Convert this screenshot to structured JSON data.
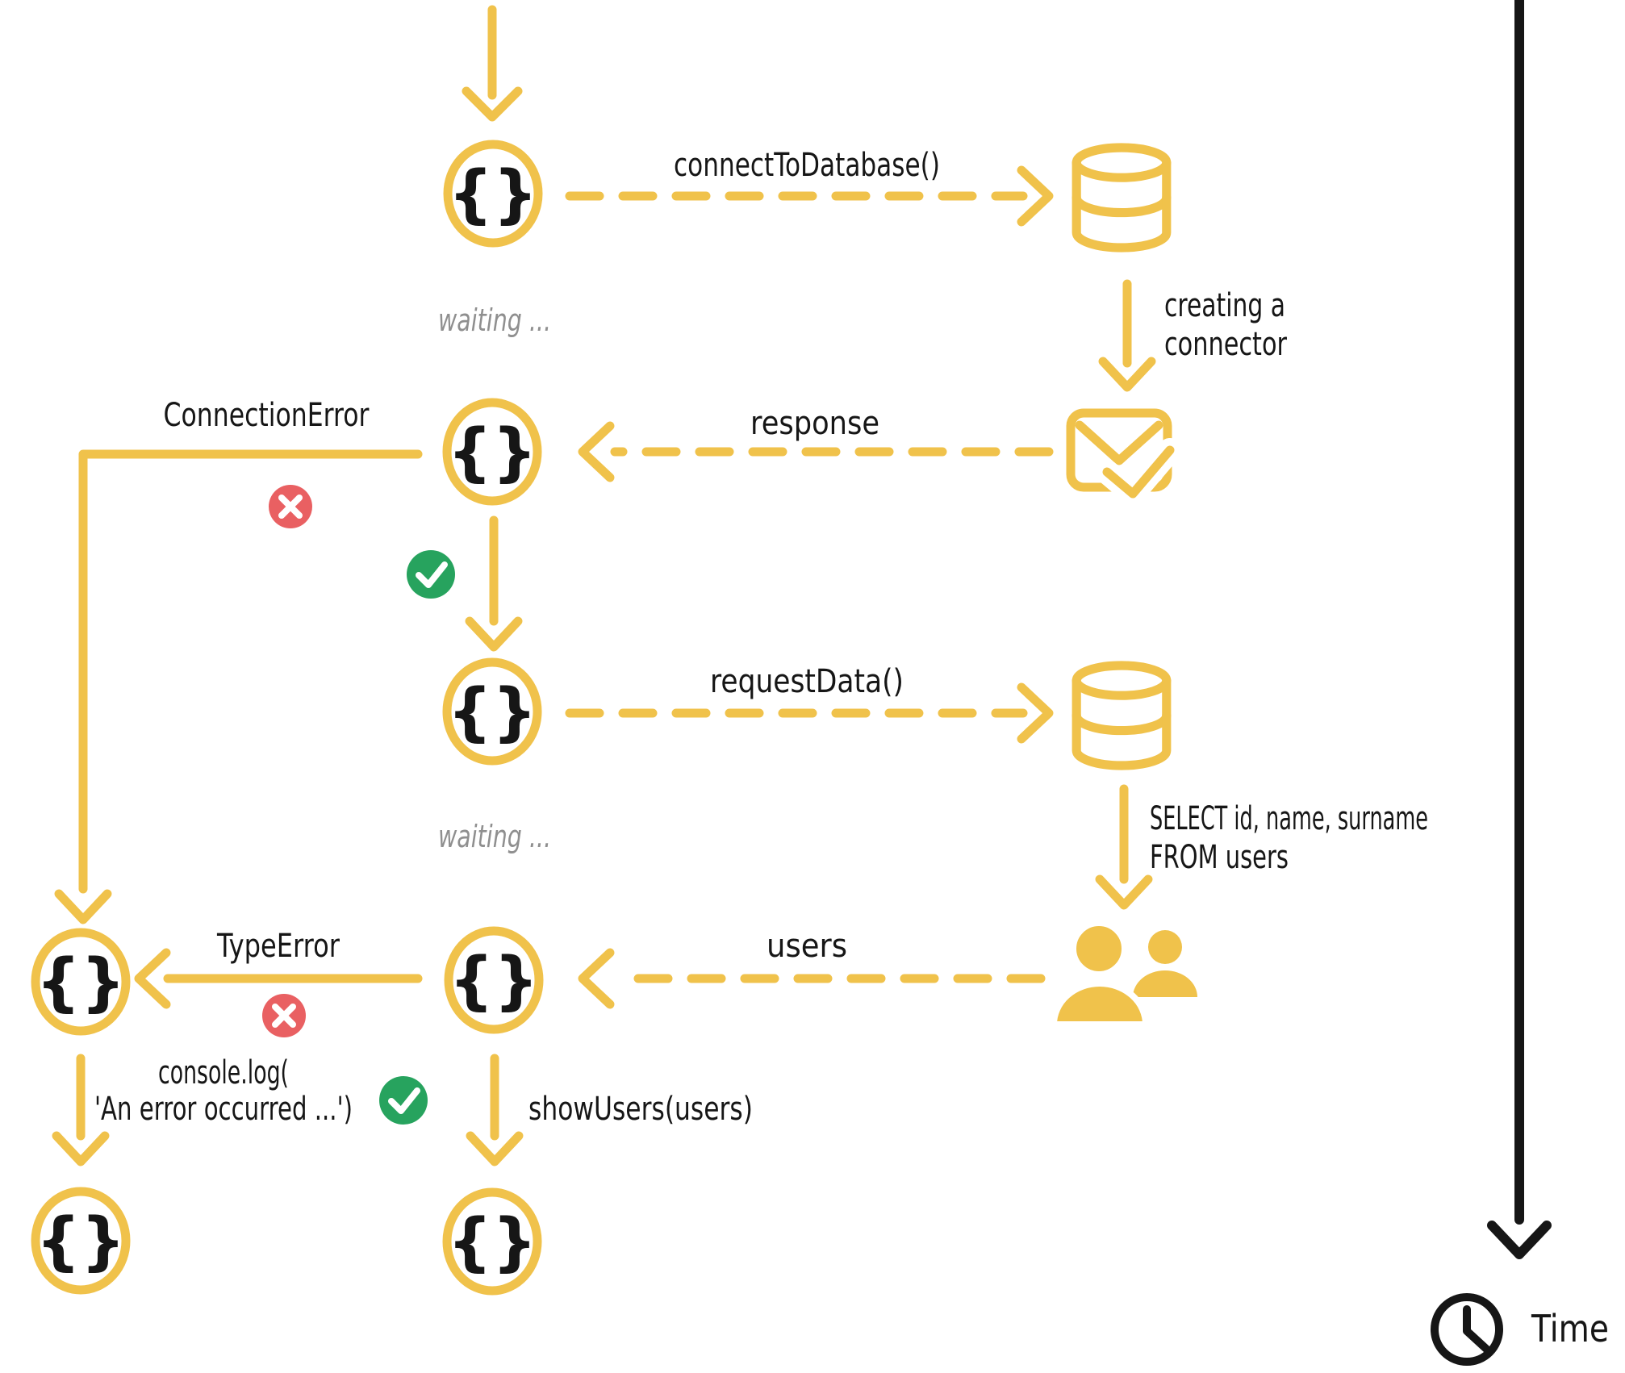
{
  "palette": {
    "yellow": "#F0C24B",
    "red": "#E96062",
    "green": "#27A35E",
    "ink": "#161616",
    "muted": "#8f8f8f",
    "white": "#ffffff"
  },
  "icons": {
    "right_column": [
      "database-icon",
      "mail-check-icon",
      "database-icon",
      "users-icon"
    ],
    "badges": [
      "error-x-icon",
      "success-check-icon"
    ],
    "footer": "clock-icon",
    "node_glyph": "curly-braces"
  },
  "diagram": {
    "brace": "{}",
    "calls": {
      "connect_to_database": "connectToDatabase()",
      "request_data": "requestData()",
      "show_users": "showUsers(users)"
    },
    "messages": {
      "creating_connector_line1": "creating a",
      "creating_connector_line2": "connector",
      "response": "response",
      "users": "users",
      "sql_line1": "SELECT id, name, surname",
      "sql_line2": "FROM users"
    },
    "errors": {
      "connection_error": "ConnectionError",
      "type_error": "TypeError",
      "console_log_line1": "console.log(",
      "console_log_line2": "'An error occurred ...')"
    },
    "status": {
      "waiting_top": "waiting ...",
      "waiting_bottom": "waiting ..."
    },
    "time_axis": {
      "label": "Time"
    }
  }
}
